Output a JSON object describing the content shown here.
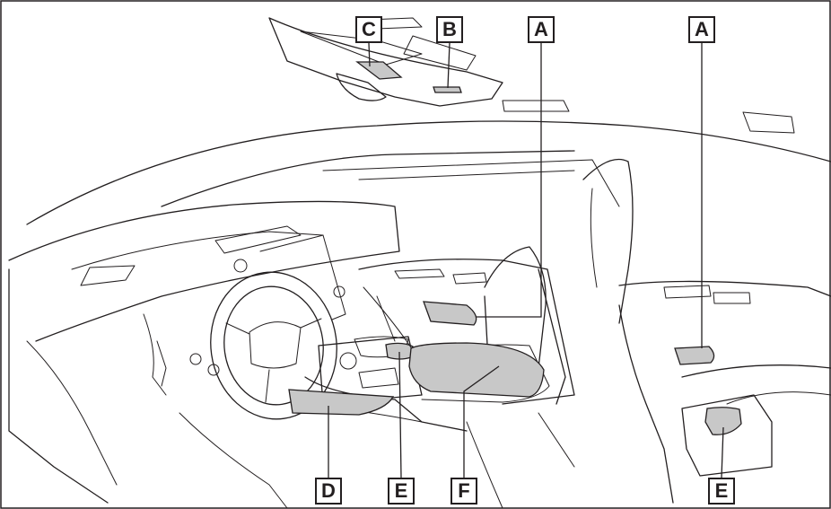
{
  "labels": {
    "c_top": "C",
    "b_top": "B",
    "a_front": "A",
    "a_rear": "A",
    "d_bottom": "D",
    "e_center": "E",
    "f_bottom": "F",
    "e_rear": "E"
  },
  "colors": {
    "line": "#231f20",
    "highlight": "#c8c8c8",
    "background": "#ffffff"
  }
}
